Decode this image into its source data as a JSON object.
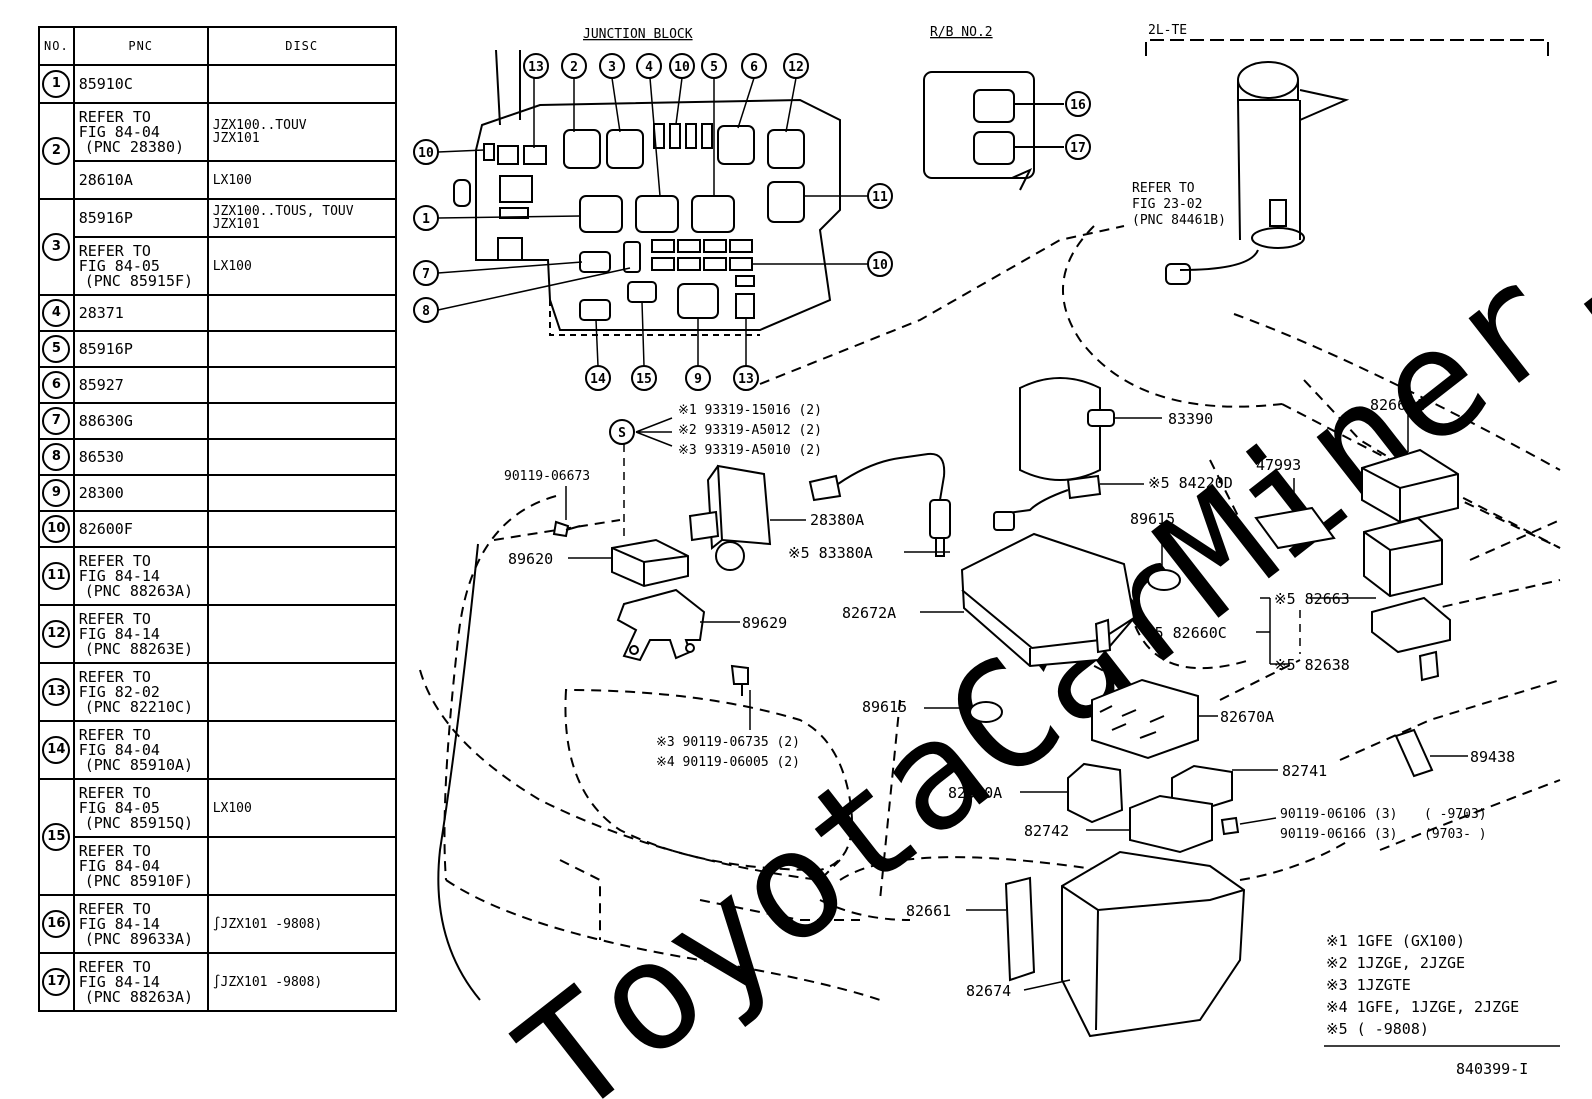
{
  "watermark": "ToyotaCarMiner.ru",
  "table": {
    "headers": [
      "NO.",
      "PNC",
      "DISC"
    ],
    "rows": [
      {
        "no": "1",
        "entries": [
          {
            "pnc": [
              "85910C"
            ],
            "disc": []
          }
        ]
      },
      {
        "no": "2",
        "entries": [
          {
            "pnc": [
              "REFER TO",
              "FIG 84-04",
              "(PNC 28380)"
            ],
            "disc": [
              "JZX100..TOUV",
              "JZX101"
            ]
          },
          {
            "pnc": [
              "28610A"
            ],
            "disc": [
              "LX100"
            ]
          }
        ]
      },
      {
        "no": "3",
        "entries": [
          {
            "pnc": [
              "85916P"
            ],
            "disc": [
              "JZX100..TOUS, TOUV",
              "JZX101"
            ]
          },
          {
            "pnc": [
              "REFER TO",
              "FIG 84-05",
              "(PNC 85915F)"
            ],
            "disc": [
              "LX100"
            ]
          }
        ]
      },
      {
        "no": "4",
        "entries": [
          {
            "pnc": [
              "28371"
            ],
            "disc": []
          }
        ]
      },
      {
        "no": "5",
        "entries": [
          {
            "pnc": [
              "85916P"
            ],
            "disc": []
          }
        ]
      },
      {
        "no": "6",
        "entries": [
          {
            "pnc": [
              "85927"
            ],
            "disc": []
          }
        ]
      },
      {
        "no": "7",
        "entries": [
          {
            "pnc": [
              "88630G"
            ],
            "disc": []
          }
        ]
      },
      {
        "no": "8",
        "entries": [
          {
            "pnc": [
              "86530"
            ],
            "disc": []
          }
        ]
      },
      {
        "no": "9",
        "entries": [
          {
            "pnc": [
              "28300"
            ],
            "disc": []
          }
        ]
      },
      {
        "no": "10",
        "entries": [
          {
            "pnc": [
              "82600F"
            ],
            "disc": []
          }
        ]
      },
      {
        "no": "11",
        "entries": [
          {
            "pnc": [
              "REFER TO",
              "FIG 84-14",
              "(PNC 88263A)"
            ],
            "disc": []
          }
        ]
      },
      {
        "no": "12",
        "entries": [
          {
            "pnc": [
              "REFER TO",
              "FIG 84-14",
              "(PNC 88263E)"
            ],
            "disc": []
          }
        ]
      },
      {
        "no": "13",
        "entries": [
          {
            "pnc": [
              "REFER TO",
              "FIG 82-02",
              "(PNC 82210C)"
            ],
            "disc": []
          }
        ]
      },
      {
        "no": "14",
        "entries": [
          {
            "pnc": [
              "REFER TO",
              "FIG 84-04",
              "(PNC 85910A)"
            ],
            "disc": []
          }
        ]
      },
      {
        "no": "15",
        "entries": [
          {
            "pnc": [
              "REFER TO",
              "FIG 84-05",
              "(PNC 85915Q)"
            ],
            "disc": [
              "LX100"
            ]
          },
          {
            "pnc": [
              "REFER TO",
              "FIG 84-04",
              "(PNC 85910F)"
            ],
            "disc": []
          }
        ]
      },
      {
        "no": "16",
        "entries": [
          {
            "pnc": [
              "REFER TO",
              "FIG 84-14",
              "(PNC 89633A)"
            ],
            "disc": [
              "∫JZX101 -9808)"
            ]
          }
        ]
      },
      {
        "no": "17",
        "entries": [
          {
            "pnc": [
              "REFER TO",
              "FIG 84-14",
              "(PNC 88263A)"
            ],
            "disc": [
              "∫JZX101 -9808)"
            ]
          }
        ]
      }
    ]
  },
  "section_titles": {
    "junction_block": "JUNCTION BLOCK",
    "rb_no2": "R/B NO.2",
    "engine": "2L-TE"
  },
  "callouts": {
    "c1": "1",
    "c2": "2",
    "c3": "3",
    "c4": "4",
    "c5": "5",
    "c6": "6",
    "c7": "7",
    "c8": "8",
    "c9": "9",
    "c10": "10",
    "c11": "11",
    "c12": "12",
    "c13": "13",
    "c14": "14",
    "c15": "15",
    "c16": "16",
    "c17": "17",
    "s": "S"
  },
  "refer_note": [
    "REFER TO",
    "FIG 23-02",
    "(PNC 84461B)"
  ],
  "labels": {
    "p93319_15016": "※1 93319-15016 (2)",
    "p93319_A5012": "※2 93319-A5012 (2)",
    "p93319_A5010": "※3 93319-A5010 (2)",
    "p90119_06673": "90119-06673",
    "p89620": "89620",
    "p28380A": "28380A",
    "p83380A": "※5 83380A",
    "p89629": "89629",
    "p90119_06735": "※3  90119-06735 (2)",
    "p90119_06005": "※4  90119-06005 (2)",
    "p83390": "83390",
    "p84220D": "※5 84220D",
    "p47993": "47993",
    "p82662A": "82662A",
    "p89615a": "89615",
    "p82672A": "82672A",
    "p82663": "※5 82663",
    "p82660C": "※5 82660C",
    "p82638": "※5 82638",
    "p89615b": "89615",
    "p82670A": "82670A",
    "p89438": "89438",
    "p82620A": "82620A",
    "p82741": "82741",
    "p90119_06106": "90119-06106 (3)",
    "p90119_06106_range": "(     -9703)",
    "p90119_06166": "90119-06166 (3)",
    "p90119_06166_range": "(9703-     )",
    "p82742": "82742",
    "p82661": "82661",
    "p82674": "82674"
  },
  "footnotes": [
    "※1  1GFE (GX100)",
    "※2  1JZGE, 2JZGE",
    "※3  1JZGTE",
    "※4  1GFE, 1JZGE, 2JZGE",
    "※5  (      -9808)"
  ],
  "figure_id": "840399-I"
}
